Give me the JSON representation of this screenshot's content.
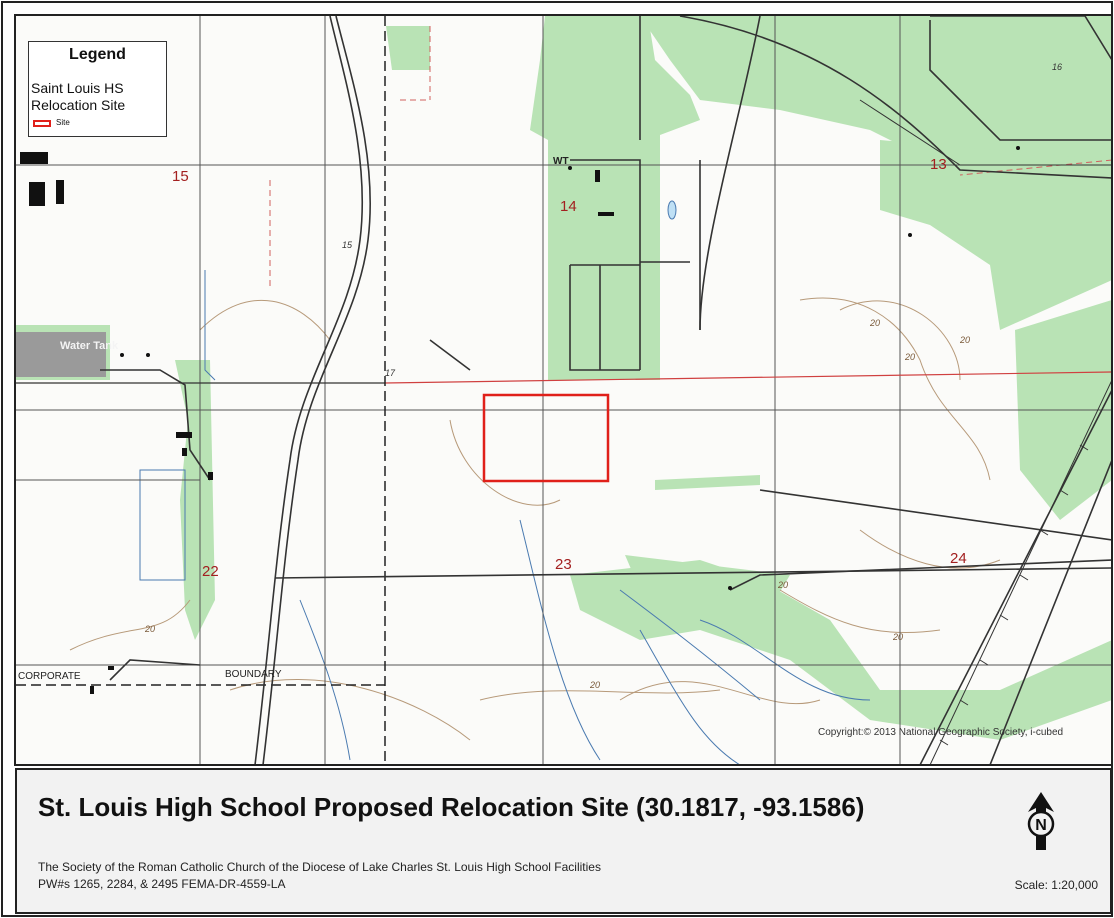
{
  "legend": {
    "title": "Legend",
    "layer_line1": "Saint Louis HS",
    "layer_line2": "Relocation Site",
    "symbol_label": "Site",
    "symbol_color": "#e0201a"
  },
  "map": {
    "section_numbers": [
      "15",
      "14",
      "13",
      "22",
      "23",
      "24"
    ],
    "feature_labels": {
      "wt": "WT",
      "water_tank": "Water Tank",
      "corporate": "CORPORATE",
      "boundary": "BOUNDARY",
      "route_17": "17",
      "route_15": "15",
      "route_15_top": "16"
    },
    "contour_labels": [
      "20",
      "20",
      "20",
      "20",
      "20",
      "20",
      "20"
    ],
    "copyright": "Copyright:© 2013 National Geographic Society, i-cubed",
    "colors": {
      "vegetation": "#b9e3b5",
      "section_red": "#a32020",
      "site_red": "#e0201a",
      "road": "#333333",
      "grid": "#555555",
      "water_blue": "#4a7ab0",
      "contour": "#b79a7a",
      "urban_gray": "#9a9a9a"
    }
  },
  "title_block": {
    "title": "St. Louis High School Proposed Relocation Site (30.1817, -93.1586)",
    "subtitle_line1": "The Society of the Roman Catholic Church of the Diocese of Lake Charles St. Louis High School Facilities",
    "subtitle_line2": "PW#s 1265, 2284, & 2495 FEMA-DR-4559-LA",
    "scale": "Scale: 1:20,000",
    "north_letter": "N"
  }
}
